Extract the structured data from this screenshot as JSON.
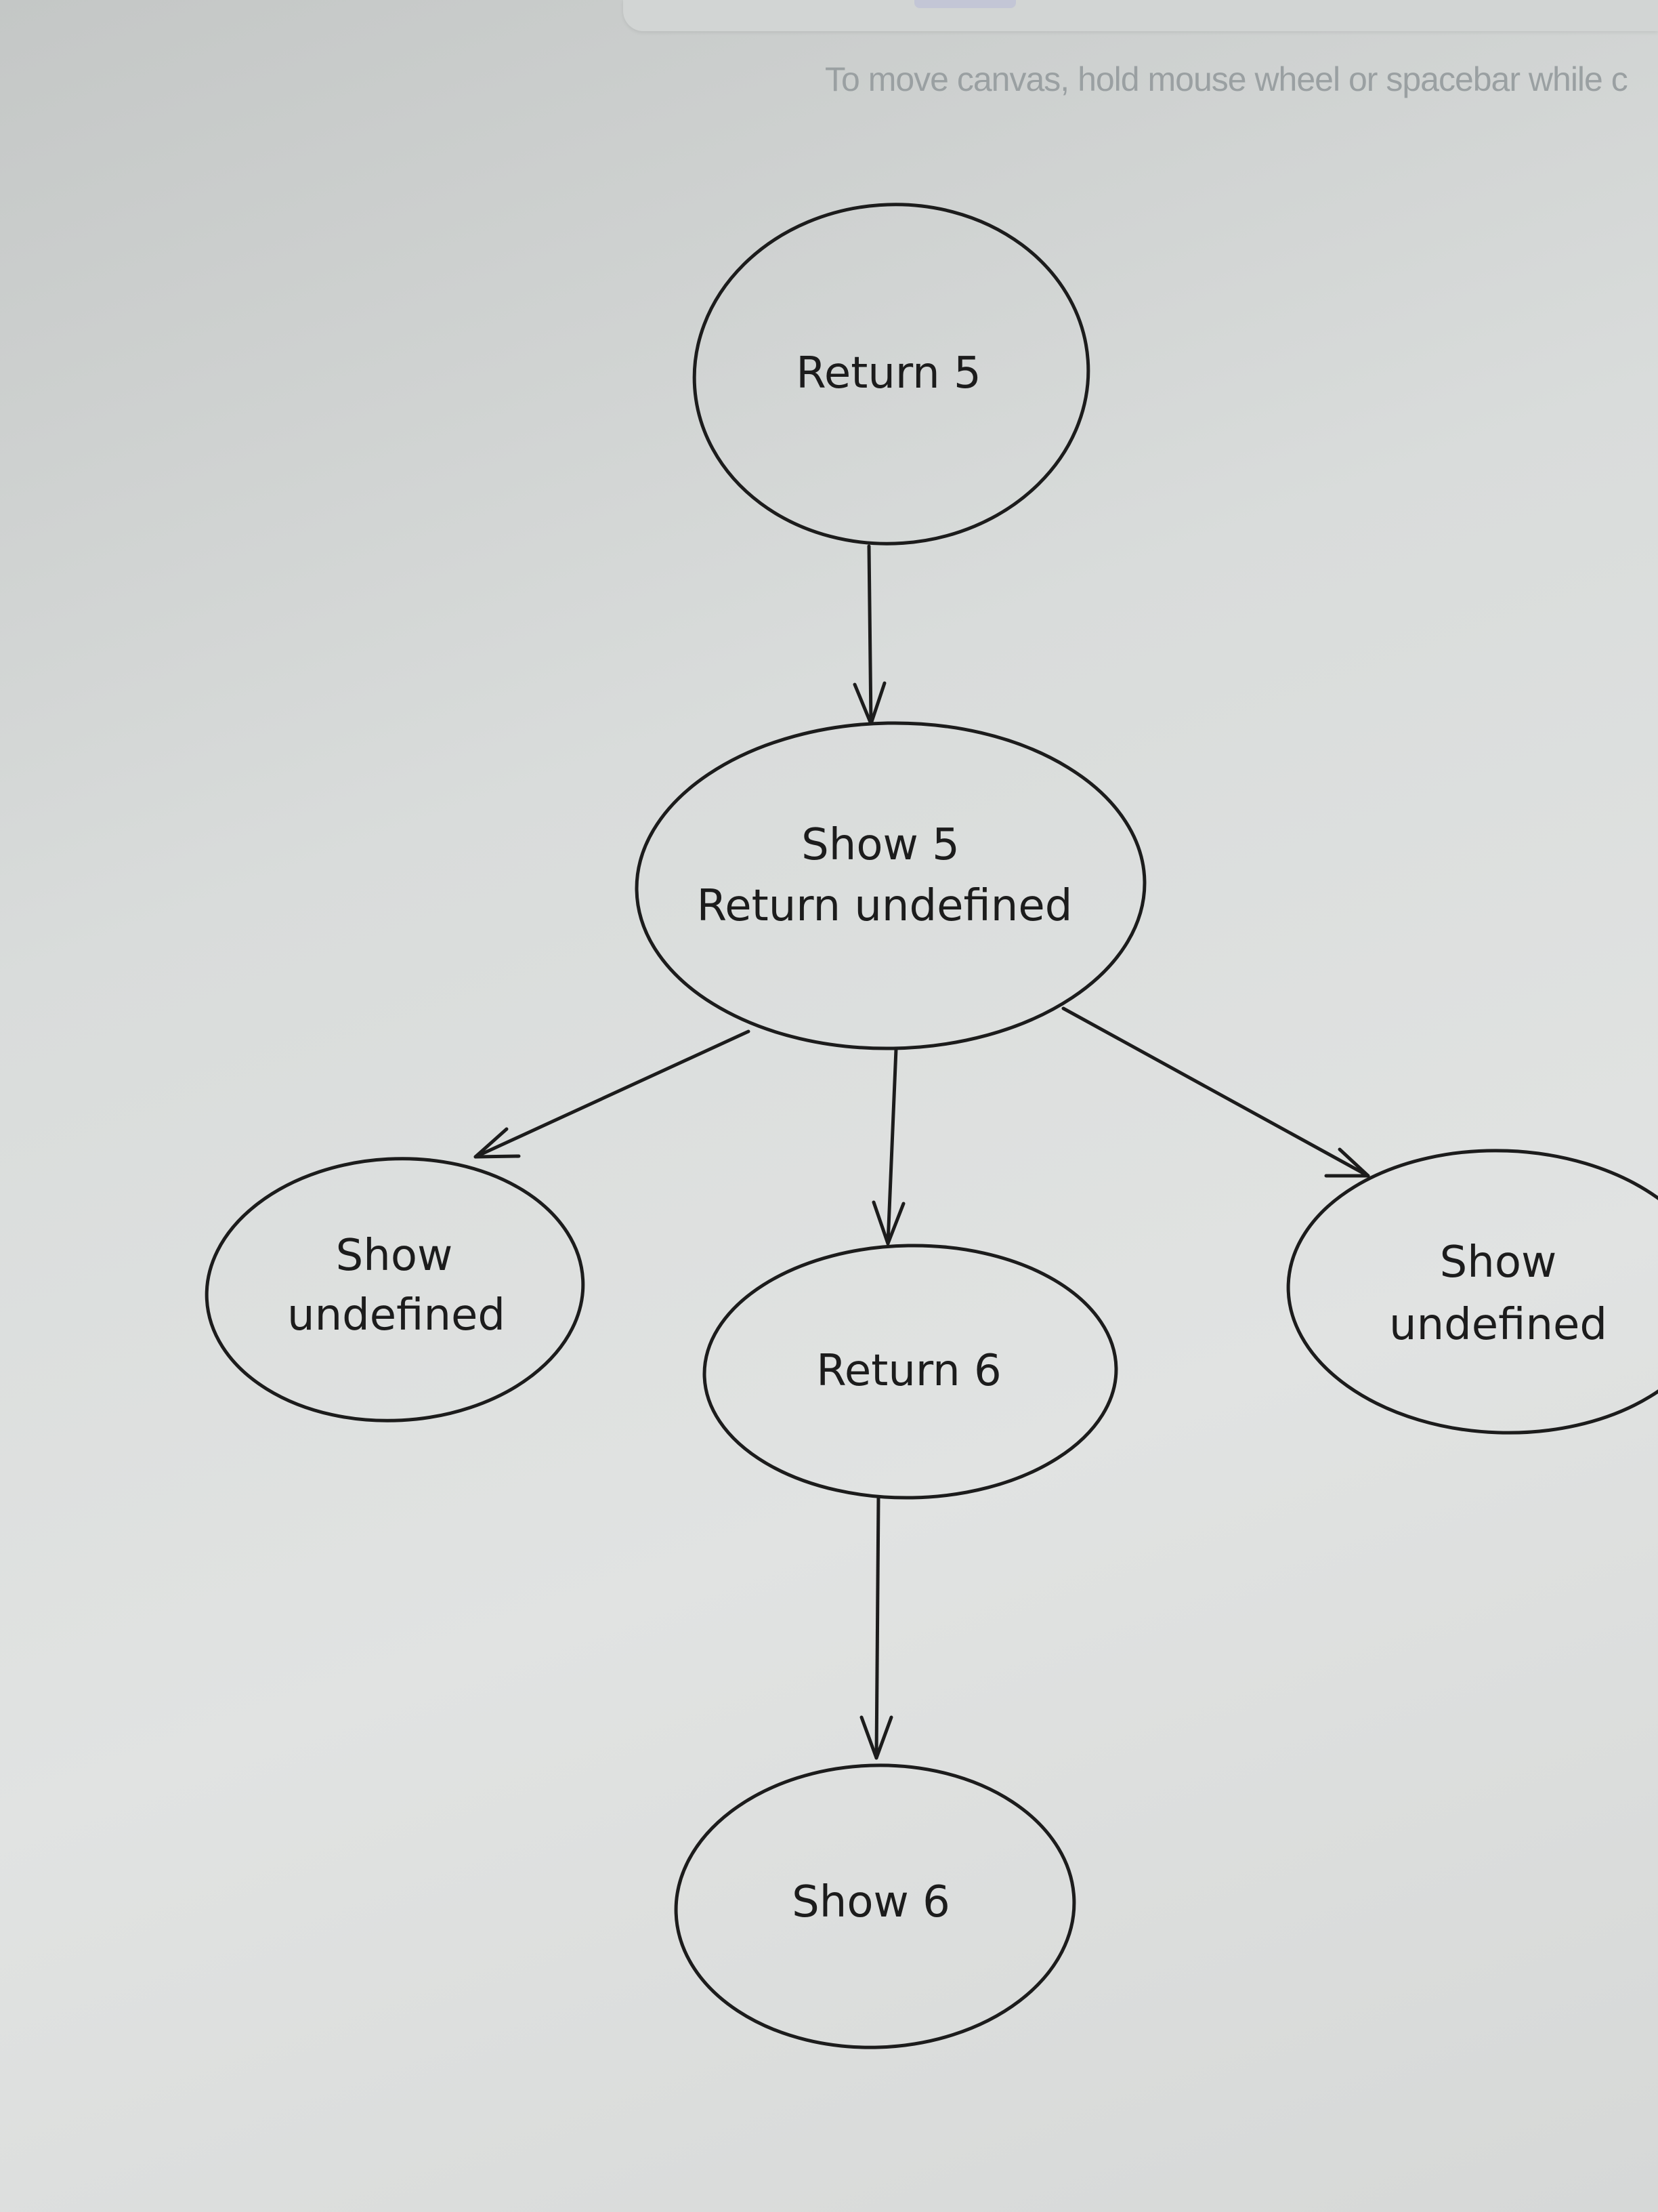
{
  "canvas": {
    "hint": "To move canvas, hold mouse wheel or spacebar while c"
  },
  "diagram": {
    "nodes": {
      "return_5": {
        "lines": [
          "Return 5"
        ]
      },
      "show_5": {
        "lines": [
          "Show 5",
          "Return undefined"
        ]
      },
      "show_undefined_left": {
        "lines": [
          "Show",
          "undefined"
        ]
      },
      "return_6": {
        "lines": [
          "Return 6"
        ]
      },
      "show_undefined_right": {
        "lines": [
          "Show",
          "undefined"
        ]
      },
      "show_6": {
        "lines": [
          "Show 6"
        ]
      }
    },
    "edges": [
      {
        "from": "return_5",
        "to": "show_5"
      },
      {
        "from": "show_5",
        "to": "show_undefined_left"
      },
      {
        "from": "show_5",
        "to": "return_6"
      },
      {
        "from": "show_5",
        "to": "show_undefined_right"
      },
      {
        "from": "return_6",
        "to": "show_6"
      }
    ],
    "colors": {
      "stroke": "#1c1c1c",
      "text": "#1c1c1c"
    }
  }
}
